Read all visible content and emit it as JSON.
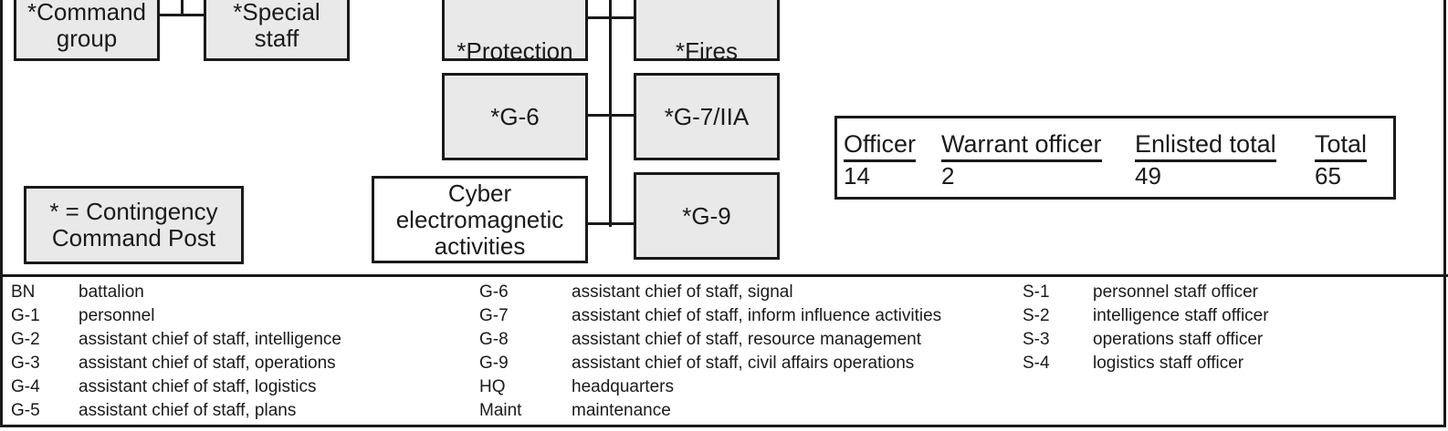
{
  "org_chart": {
    "boxes": {
      "command_group": "*Command\ngroup",
      "special_staff": "*Special\nstaff",
      "protection": "*Protection",
      "fires": "*Fires",
      "g6": "*G-6",
      "g7": "*G-7/IIA",
      "cyber": "Cyber\nelectromagnetic\nactivities",
      "g9": "*G-9"
    },
    "key_note": "* = Contingency\nCommand Post"
  },
  "personnel_totals": {
    "headers": [
      "Officer",
      "Warrant officer",
      "Enlisted total",
      "Total"
    ],
    "values": [
      "14",
      "2",
      "49",
      "65"
    ]
  },
  "legend": {
    "columns": [
      [
        {
          "abbr": "BN",
          "meaning": "battalion"
        },
        {
          "abbr": "G-1",
          "meaning": "personnel"
        },
        {
          "abbr": "G-2",
          "meaning": "assistant chief of staff, intelligence"
        },
        {
          "abbr": "G-3",
          "meaning": "assistant chief of staff, operations"
        },
        {
          "abbr": "G-4",
          "meaning": "assistant chief of staff, logistics"
        },
        {
          "abbr": "G-5",
          "meaning": "assistant chief of staff, plans"
        }
      ],
      [
        {
          "abbr": "G-6",
          "meaning": "assistant chief of staff, signal"
        },
        {
          "abbr": "G-7",
          "meaning": "assistant chief of staff, inform influence activities"
        },
        {
          "abbr": "G-8",
          "meaning": "assistant chief of staff, resource management"
        },
        {
          "abbr": "G-9",
          "meaning": "assistant chief of staff, civil affairs operations"
        },
        {
          "abbr": "HQ",
          "meaning": "headquarters"
        },
        {
          "abbr": "Maint",
          "meaning": "maintenance"
        }
      ],
      [
        {
          "abbr": "S-1",
          "meaning": "personnel staff officer"
        },
        {
          "abbr": "S-2",
          "meaning": "intelligence staff officer"
        },
        {
          "abbr": "S-3",
          "meaning": "operations staff officer"
        },
        {
          "abbr": "S-4",
          "meaning": "logistics staff officer"
        }
      ]
    ]
  }
}
